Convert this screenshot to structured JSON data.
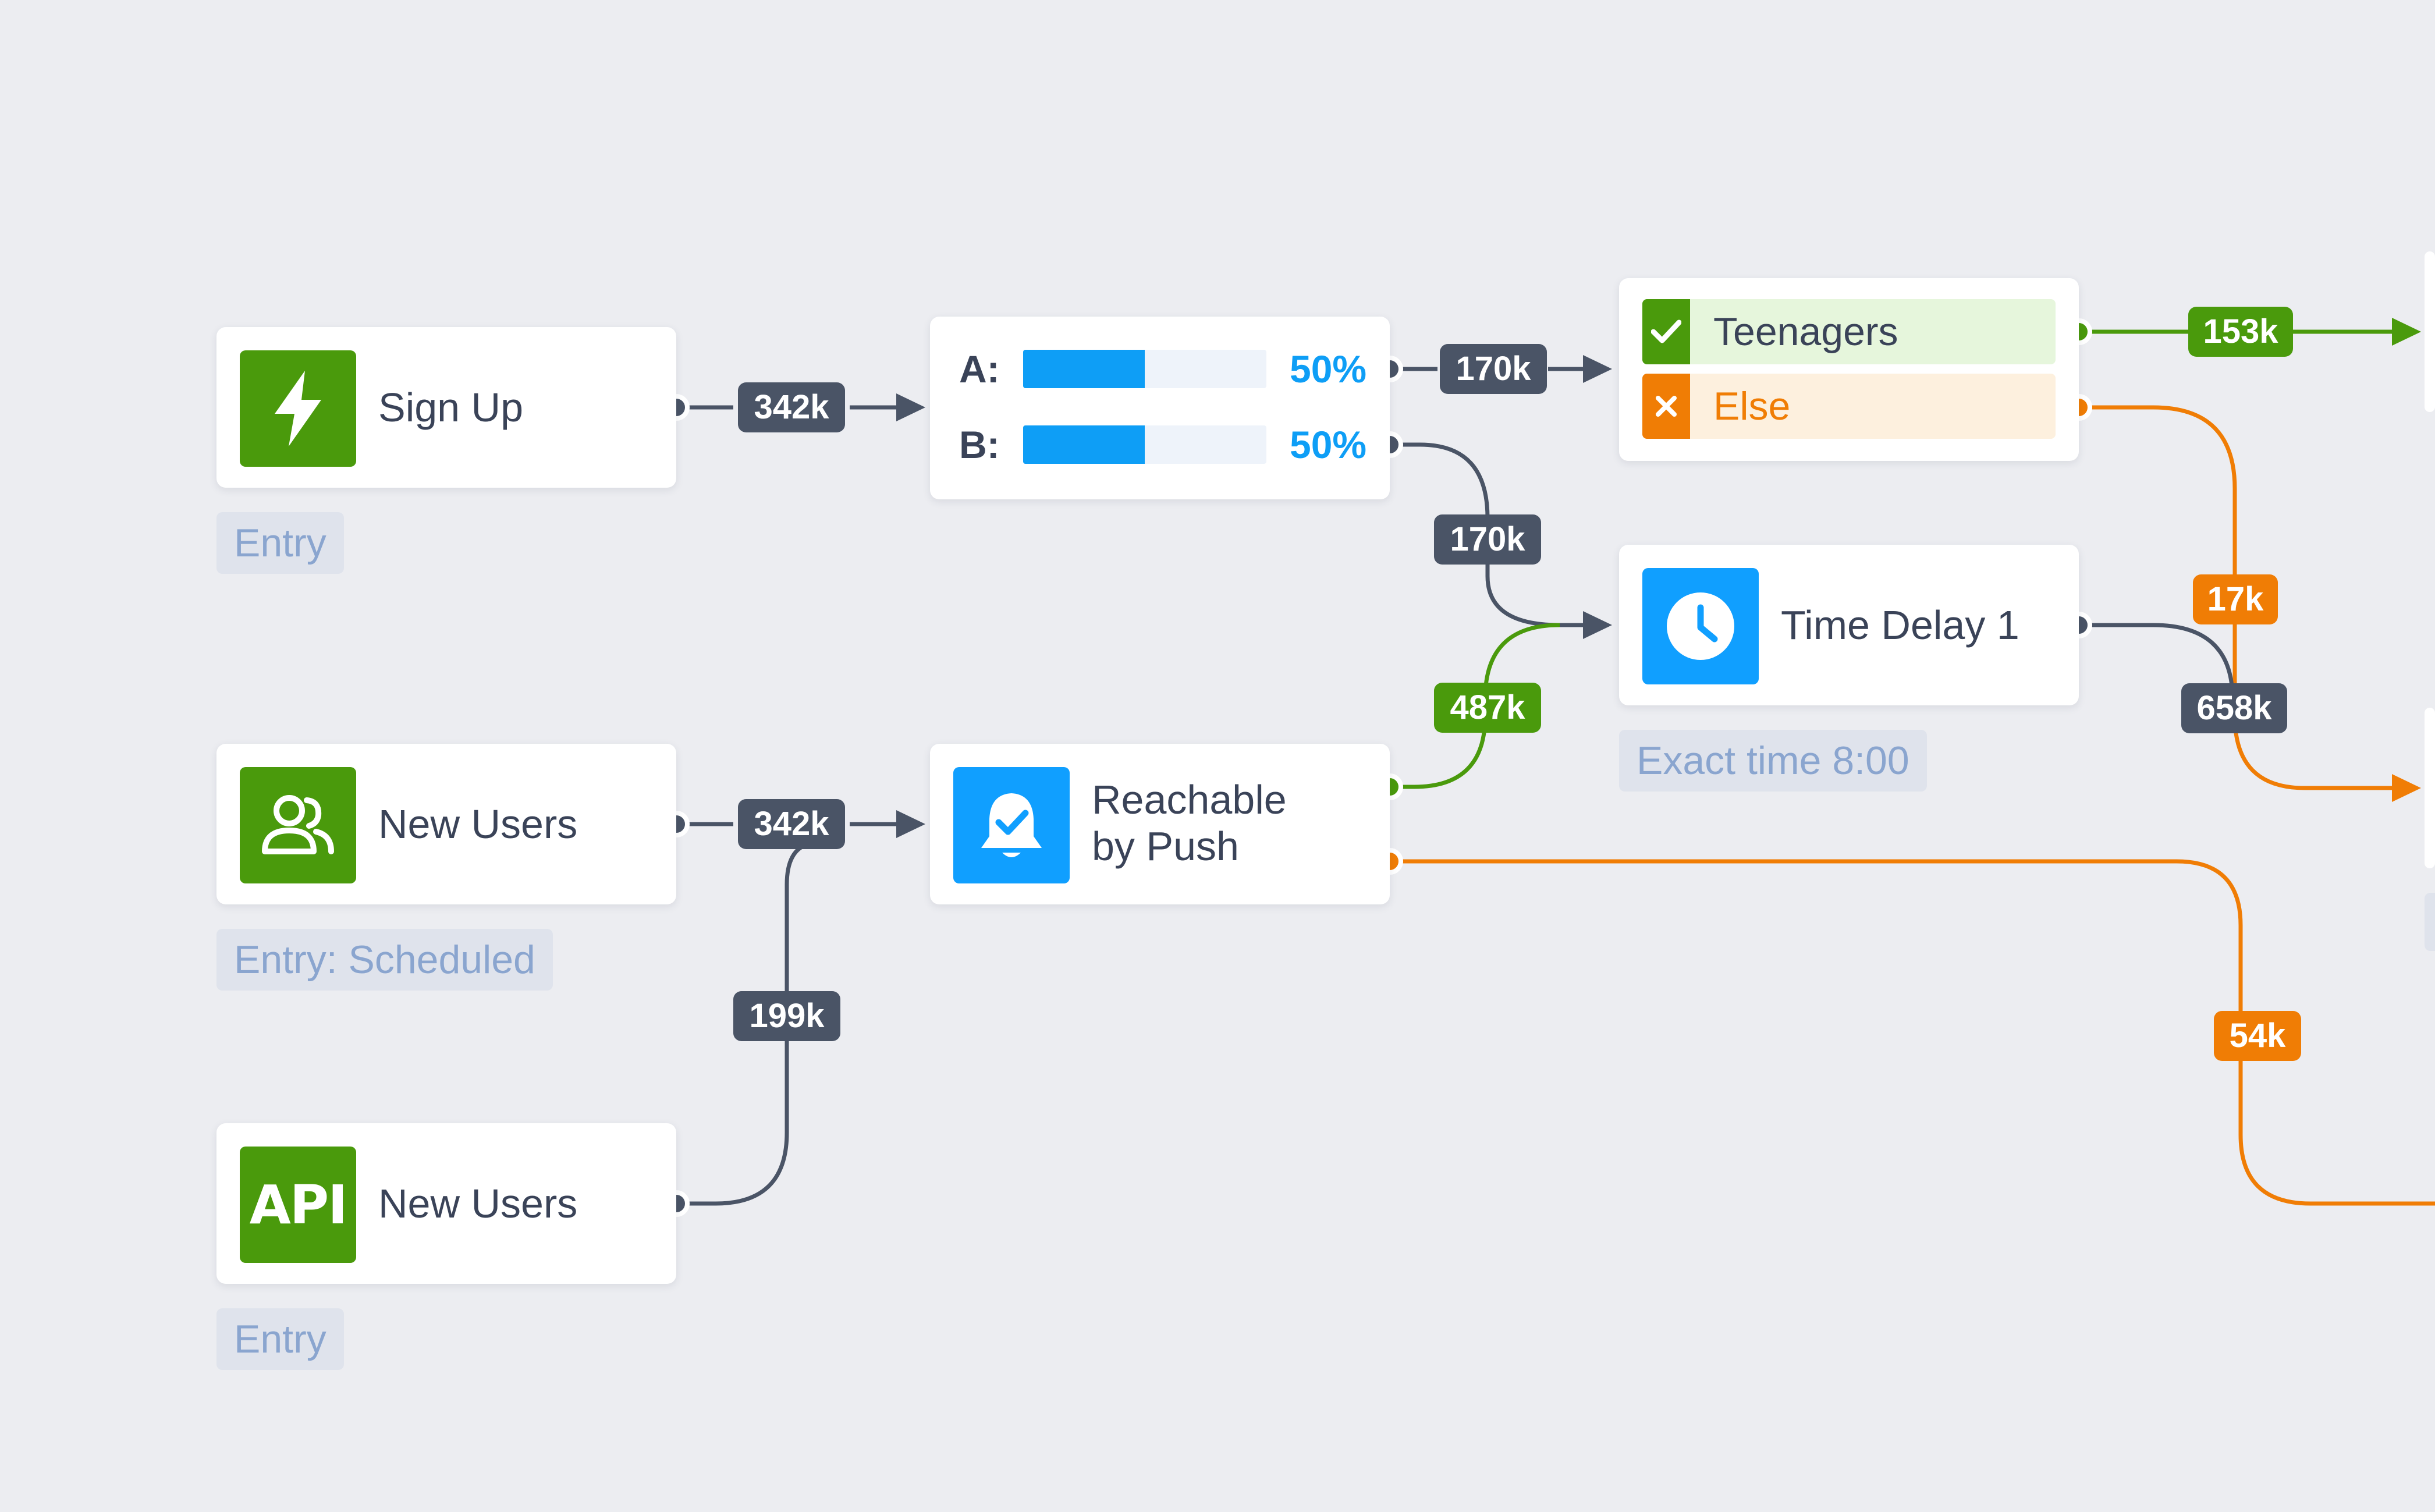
{
  "colors": {
    "background": "#ecedf1",
    "green": "#4a9a0c",
    "blue": "#109fff",
    "orange": "#f07d05",
    "dark": "#4a5466",
    "tag_text": "#8aa5cf"
  },
  "nodes": {
    "sign_up": {
      "label": "Sign Up",
      "tag": "Entry",
      "icon": "lightning-icon"
    },
    "new_users_scheduled": {
      "label": "New Users",
      "tag": "Entry: Scheduled",
      "icon": "users-icon"
    },
    "new_users_api": {
      "label": "New Users",
      "tag": "Entry",
      "icon": "api-icon",
      "icon_text": "API"
    },
    "ab_split": {
      "rows": [
        {
          "letter": "A:",
          "percent": "50%",
          "share": 0.5
        },
        {
          "letter": "B:",
          "percent": "50%",
          "share": 0.5
        }
      ]
    },
    "reachable": {
      "label_line1": "Reachable",
      "label_line2": "by Push",
      "icon": "bell-check-icon"
    },
    "filter": {
      "yes_label": "Teenagers",
      "else_label": "Else",
      "yes_icon": "check-icon",
      "else_icon": "x-icon"
    },
    "time_delay": {
      "label": "Time Delay 1",
      "tag": "Exact time 8:00",
      "icon": "clock-icon"
    }
  },
  "edges": {
    "signup_to_ab": "342k",
    "newusers_to_reachable": "342k",
    "api_to_reachable": "199k",
    "ab_a_to_filter": "170k",
    "ab_b_to_delay": "170k",
    "reachable_to_delay": "487k",
    "teenagers_out": "153k",
    "else_out": "17k",
    "delay_out": "658k",
    "reachable_no_out": "54k"
  }
}
